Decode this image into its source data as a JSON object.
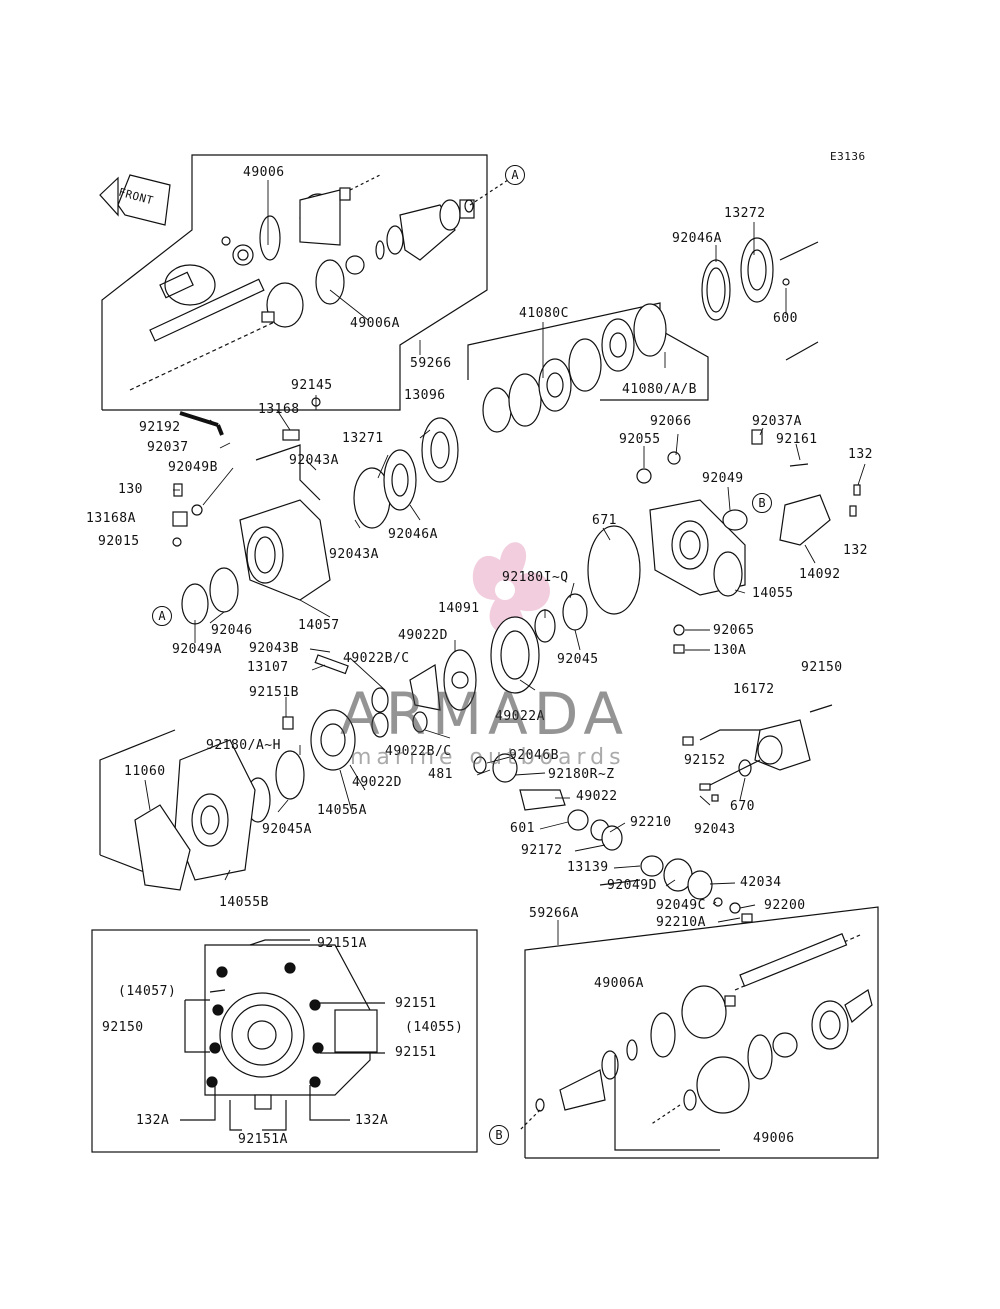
{
  "diagram_code": "E3136",
  "front_label": "FRONT",
  "watermark": {
    "brand": "ARMADA",
    "sub": "marine outboards",
    "accent_color": "#e8a6c4"
  },
  "callouts": [
    "A",
    "B"
  ],
  "labels": {
    "l49006_top": "49006",
    "l49006A_top": "49006A",
    "l59266": "59266",
    "l13272": "13272",
    "l92046A_r": "92046A",
    "l600": "600",
    "l41080C": "41080C",
    "l41080AB": "41080/A/B",
    "l92192": "92192",
    "l92145": "92145",
    "l13168": "13168",
    "l13096": "13096",
    "l92037": "92037",
    "l92043A_1": "92043A",
    "l13271": "13271",
    "l92049B": "92049B",
    "l130": "130",
    "l13168A": "13168A",
    "l92015": "92015",
    "l92046A_m": "92046A",
    "l92043A_2": "92043A",
    "l92066": "92066",
    "l92037A": "92037A",
    "l92055": "92055",
    "l92161": "92161",
    "l132_1": "132",
    "l92049": "92049",
    "l132_2": "132",
    "l671": "671",
    "l14092": "14092",
    "l14055": "14055",
    "l92180IQ": "92180I~Q",
    "l14091": "14091",
    "l49022D_1": "49022D",
    "l92045": "92045",
    "l92065": "92065",
    "l92046": "92046",
    "l14057": "14057",
    "l92049A": "92049A",
    "l130A": "130A",
    "l92043B": "92043B",
    "l49022BC_1": "49022B/C",
    "l13107": "13107",
    "l49022A": "49022A",
    "l92150_r": "92150",
    "l16172": "16172",
    "l92151B": "92151B",
    "l92180AH": "92180/A~H",
    "l49022BC_2": "49022B/C",
    "l92046B": "92046B",
    "l481": "481",
    "l92180RZ": "92180R~Z",
    "l49022D_2": "49022D",
    "l11060": "11060",
    "l92152": "92152",
    "l14055A": "14055A",
    "l92045A": "92045A",
    "l49022": "49022",
    "l670": "670",
    "l601": "601",
    "l92210": "92210",
    "l92043": "92043",
    "l92172": "92172",
    "l13139": "13139",
    "l14055B": "14055B",
    "l92049D": "92049D",
    "l42034": "42034",
    "l92049C": "92049C",
    "l92200": "92200",
    "l59266A": "59266A",
    "l92210A": "92210A",
    "l92151A_top": "92151A",
    "l14057p": "(14057)",
    "l92151_1": "92151",
    "l92150_l": "92150",
    "l14055p": "(14055)",
    "l92151_2": "92151",
    "l132A_l": "132A",
    "l132A_r": "132A",
    "l92151A_bot": "92151A",
    "l49006A_bot": "49006A",
    "l49006_bot": "49006"
  }
}
